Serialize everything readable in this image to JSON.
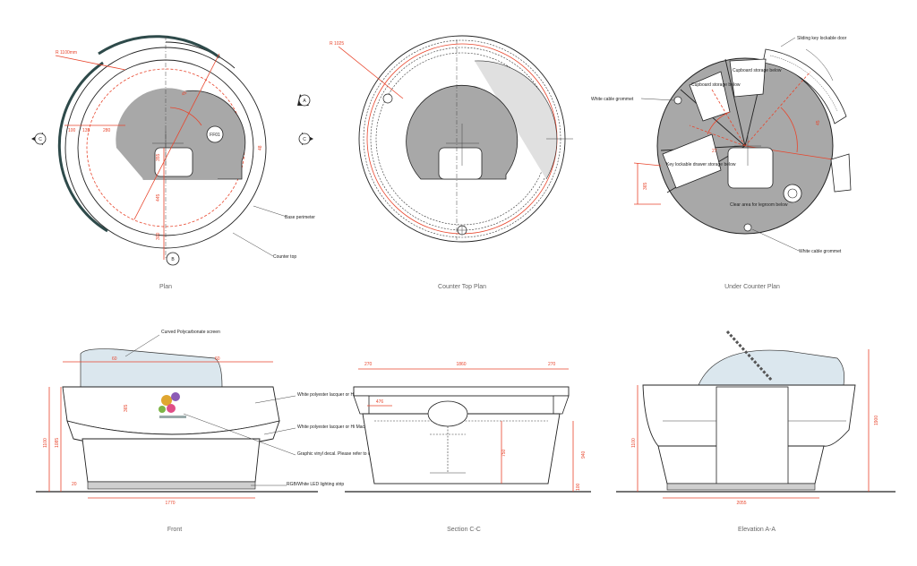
{
  "captions": {
    "plan": "Plan",
    "counter_top_plan": "Counter Top Plan",
    "under_counter_plan": "Under Counter Plan",
    "front": "Front",
    "section": "Section C-C",
    "elevation": "Elevation A-A"
  },
  "plan": {
    "radius": "R 1100mm",
    "base_perimeter": "Base perimeter",
    "counter_top": "Counter top",
    "ff01": "FF01",
    "section_mark": "C",
    "elev_mark_a": "A",
    "elev_mark_b": "B",
    "dims": {
      "d100": "100",
      "d135": "135",
      "d280": "280",
      "d355": "355",
      "d445": "445",
      "d300": "300",
      "d45": "45",
      "d48": "48"
    }
  },
  "counter_top_plan": {
    "radius": "R 1025"
  },
  "under_counter_plan": {
    "sliding_door": "Sliding key lockable door",
    "cable_grommet_top": "White cable grommet",
    "cable_grommet_bottom": "White cable grommet",
    "cupboard_1": "Cupboard storage below",
    "cupboard_2": "Cupboard storage below",
    "key_drawer": "Key lockable drawer storage below",
    "clear_area": "Clear area for legroom below",
    "dims": {
      "d365": "365",
      "d27": "27",
      "d45": "45"
    }
  },
  "front": {
    "screen": "Curved Polycarbonate screen",
    "finish_1": "White polyester lacquer or Hi Macs solid surface",
    "finish_2": "White polyester lacquer or Hi Macs solid surface",
    "vinyl": "Graphic vinyl decal. Please refer to correct artwork by Air Design",
    "led": "RGB/White LED lighting strip",
    "dims": {
      "w": "1770",
      "h1": "1100",
      "h2": "1085",
      "d60a": "60",
      "d60b": "60",
      "d365": "365",
      "d20": "20"
    }
  },
  "section": {
    "dims": {
      "d270a": "270",
      "d1860": "1860",
      "d270b": "270",
      "d476": "476",
      "d750": "750",
      "d940": "940",
      "d100": "100"
    }
  },
  "elevation": {
    "dims": {
      "w": "2055",
      "h1": "1100",
      "h2": "1900"
    }
  }
}
